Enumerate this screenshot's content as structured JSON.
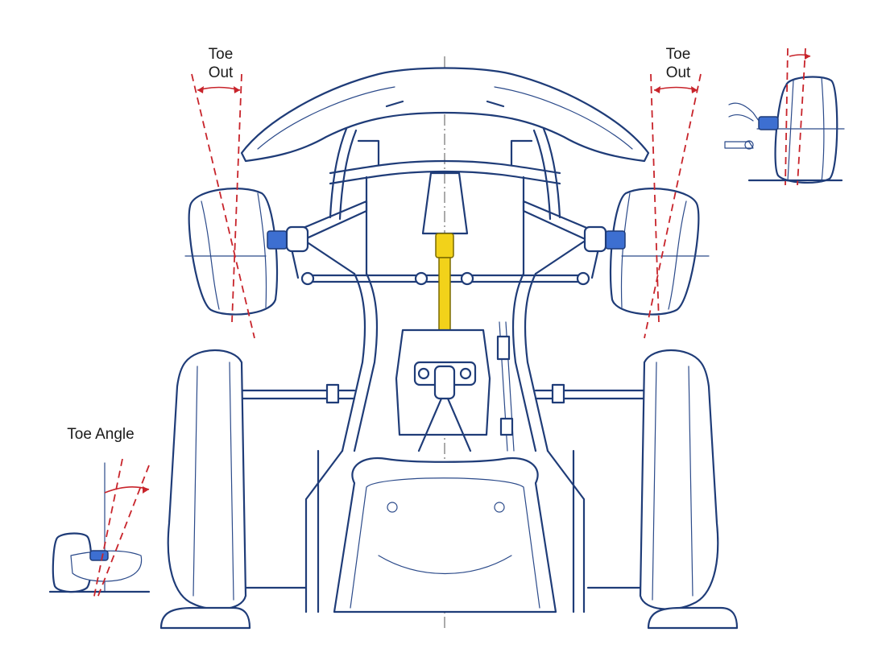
{
  "labels": {
    "toe_out_left_line1": "Toe",
    "toe_out_left_line2": "Out",
    "toe_out_right_line1": "Toe",
    "toe_out_right_line2": "Out",
    "toe_angle": "Toe Angle"
  },
  "colors": {
    "line_ink": "#1f3c78",
    "toe_indicator": "#c8242b",
    "spindle": "#3d6fd1",
    "steering_column": "#f2d21a"
  }
}
